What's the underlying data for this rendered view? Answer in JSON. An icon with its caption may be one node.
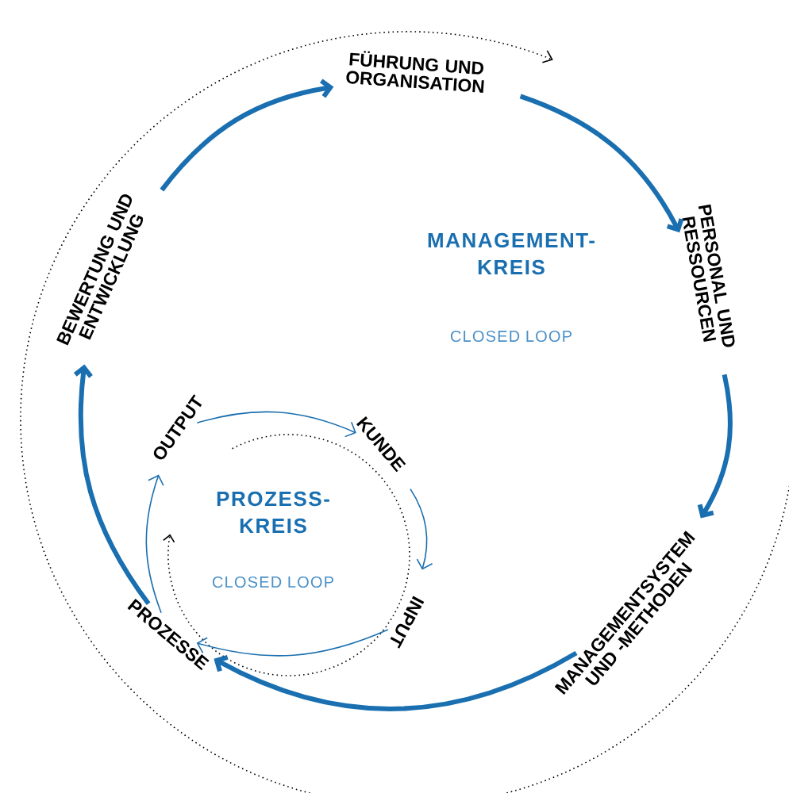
{
  "diagram": {
    "nodes": [
      {
        "text": [
          "FÜHRUNG UND ORGANISATION"
        ]
      },
      {
        "text": [
          "BEWERTUNG UND ENTWICKLUNG"
        ]
      },
      {
        "text": [
          "PERSONAL UND RESSOURCEN"
        ]
      },
      {
        "text": [
          "OUTPUT"
        ]
      },
      {
        "text": [
          "KUNDE"
        ]
      },
      {
        "text": [
          "MANAGEMENTSYSTEM UND -METHODEN"
        ]
      },
      {
        "text": [
          "INPUT"
        ]
      },
      {
        "text": [
          "PROZESSE"
        ]
      }
    ],
    "edges": [
      {
        "from": 1,
        "to": 0,
        "arrow": "to"
      },
      {
        "from": 0,
        "to": 2,
        "arrow": "to"
      },
      {
        "from": 2,
        "to": 5,
        "arrow": "to"
      },
      {
        "from": 5,
        "to": 7,
        "arrow": "to"
      },
      {
        "from": 7,
        "to": 1,
        "arrow": "to"
      },
      {
        "from": 3,
        "to": 4,
        "arrow": "to"
      },
      {
        "from": 4,
        "to": 6,
        "arrow": "to"
      },
      {
        "from": 6,
        "to": 7,
        "arrow": "to"
      },
      {
        "from": 7,
        "to": 3,
        "arrow": "to"
      }
    ],
    "labels": [
      "MANAGEMENT- KREIS",
      "CLOSED LOOP",
      "PROZESS- KREIS",
      "CLOSED LOOP"
    ]
  }
}
